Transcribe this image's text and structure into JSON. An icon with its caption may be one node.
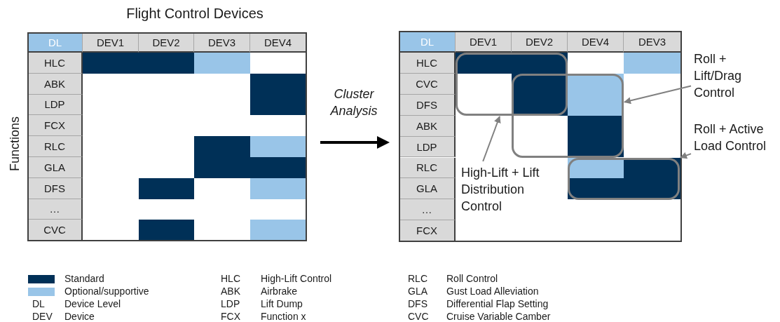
{
  "diagram": {
    "title": "Flight Control Devices",
    "nodes": [
      {
        "text": [
          "High-Lift + Lift Distribution Control"
        ]
      },
      {
        "text": [
          "Roll + Lift/Drag Control"
        ]
      },
      {
        "text": [
          "Roll + Active Load Control"
        ]
      },
      {
        "text": [],
        "shape": "box"
      },
      {
        "text": [],
        "shape": "box"
      },
      {
        "text": [],
        "shape": "box"
      }
    ],
    "edges": [
      {
        "from": 0,
        "to": 3,
        "arrow": "to"
      },
      {
        "from": 1,
        "to": 4,
        "arrow": "to"
      },
      {
        "from": 2,
        "to": 5,
        "arrow": "to"
      }
    ],
    "labels": [
      "Functions",
      "DL",
      "DEV1",
      "DEV2",
      "DEV3",
      "DEV4",
      "HLC",
      "ABK",
      "LDP",
      "FCX",
      "RLC",
      "GLA",
      "DFS",
      "…",
      "CVC",
      "Cluster Analysis",
      "DL",
      "DEV1",
      "DEV2",
      "DEV4",
      "DEV3",
      "HLC",
      "CVC",
      "DFS",
      "ABK",
      "LDP",
      "RLC",
      "GLA",
      "…",
      "FCX",
      "DL",
      "Device Level",
      "DEV",
      "Device",
      "HLC",
      "High-Lift Control",
      "ABK",
      "Airbrake",
      "LDP",
      "Lift Dump",
      "FCX",
      "Function x",
      "RLC",
      "Roll Control",
      "GLA",
      "Gust Load Alleviation",
      "DFS",
      "Differential Flap Setting",
      "CVC",
      "Cruise Variable Camber"
    ],
    "legend": [
      {
        "text": "Standard",
        "color": "#003057"
      },
      {
        "text": "Optional/supportive",
        "color": "#99c5e8"
      }
    ]
  }
}
